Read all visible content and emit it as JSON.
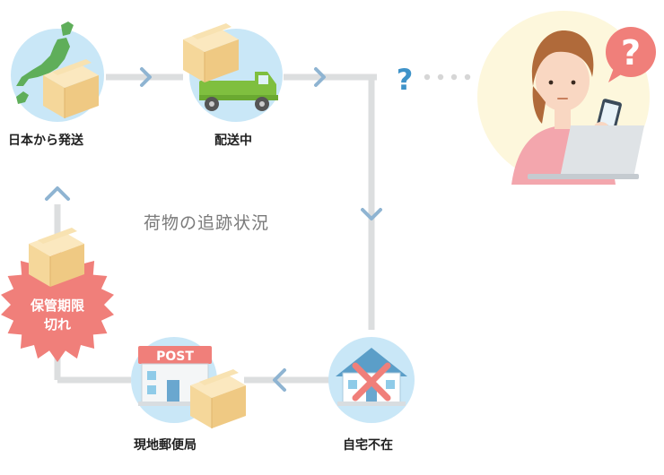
{
  "title": "荷物の追跡状況",
  "steps": {
    "ship_from_japan": "日本から発送",
    "in_delivery": "配送中",
    "not_at_home": "自宅不在",
    "local_post_office": "現地郵便局"
  },
  "expired_badge": {
    "line1": "保管期限",
    "line2": "切れ"
  },
  "post_sign": "POST",
  "unknown_mark": "?",
  "question_bubble": "?",
  "colors": {
    "circle_blue": "#c9e7f7",
    "circle_cream": "#fdf7dc",
    "line_gray": "#dcdedf",
    "arrow_blue": "#8fb4d2",
    "question_blue": "#3f93c9",
    "burst_red": "#f07f7a",
    "box_tan": "#f5d79a",
    "truck_green": "#7fbf3f",
    "map_green": "#5fae5a"
  },
  "icons": [
    "japan-map-icon",
    "package-box-icon",
    "delivery-truck-icon",
    "house-icon",
    "cross-icon",
    "post-office-icon",
    "question-icon",
    "woman-with-phone-icon",
    "laptop-icon",
    "up-arrow-icon"
  ]
}
